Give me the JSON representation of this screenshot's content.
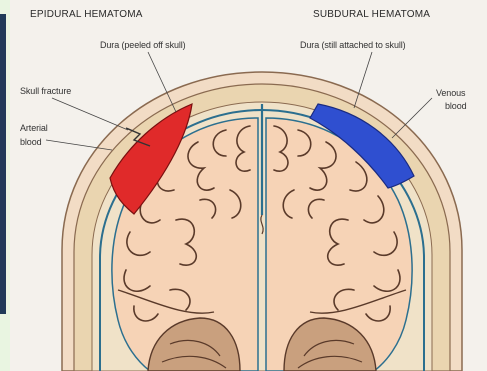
{
  "labels": {
    "epidural_title": "EPIDURAL HEMATOMA",
    "subdural_title": "SUBDURAL HEMATOMA",
    "dura_peeled": "Dura (peeled off skull)",
    "dura_attached": "Dura (still attached to skull)",
    "skull_fracture": "Skull fracture",
    "arterial_line1": "Arterial",
    "arterial_line2": "blood",
    "venous_line1": "Venous",
    "venous_line2": "blood"
  },
  "colors": {
    "arterial_blood": "#e02a2a",
    "venous_blood": "#2f4fd0",
    "brain": "#f6d3b6",
    "gyri_outline": "#5a3a2a",
    "dura_line": "#2b6f8f",
    "skull": "#ead5b0",
    "scalp": "#f2dcc5",
    "background": "#e9f5e1"
  }
}
